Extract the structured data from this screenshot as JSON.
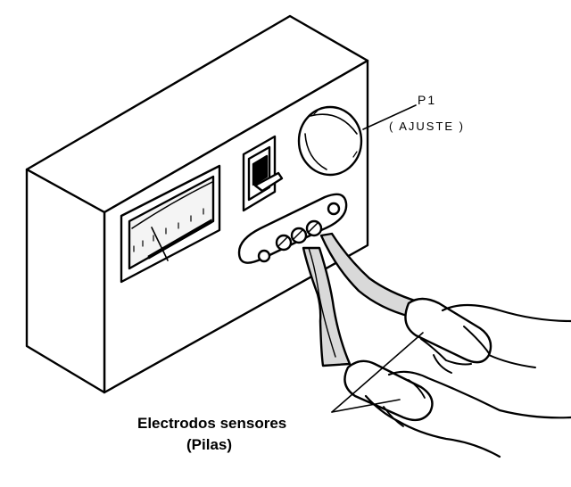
{
  "labels": {
    "p1": "P1",
    "ajuste": "( AJUSTE )",
    "electrodes": "Electrodos sensores",
    "pilas": "(Pilas)"
  },
  "colors": {
    "ink": "#000000",
    "background": "#ffffff",
    "wire": "#d9d9d9",
    "meter_face": "#f4f4f4"
  }
}
